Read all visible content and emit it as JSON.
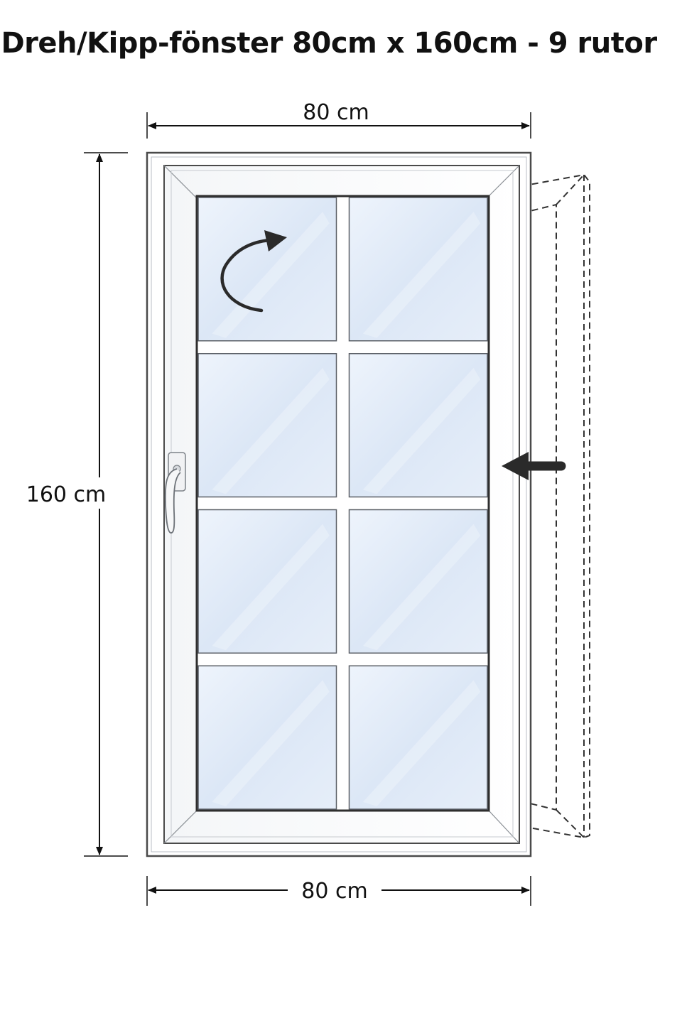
{
  "title": "Dreh/Kipp-fönster 80cm x 160cm - 9 rutor",
  "dimensions": {
    "top_width": "80 cm",
    "height": "160 cm",
    "bottom_width": "80 cm"
  },
  "window": {
    "pane_columns": 2,
    "pane_rows": 4
  },
  "icons": {
    "turn": "curved-arrow-icon",
    "push": "push-arrow-icon",
    "handle": "window-handle-icon"
  },
  "colors": {
    "ink": "#111111",
    "frame": "#ffffff",
    "frame_edge": "#4a4a4a",
    "glass": "#dde8f6",
    "arrow": "#2a2a2a"
  }
}
